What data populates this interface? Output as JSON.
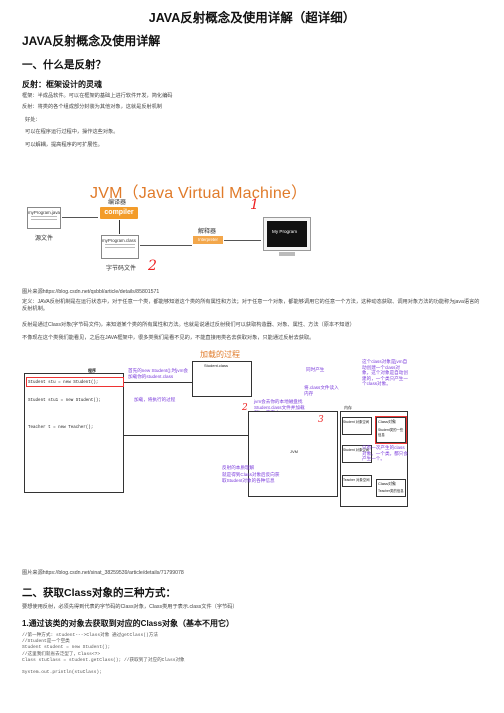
{
  "doc": {
    "title": "JAVA反射概念及使用详解（超详细）",
    "heading_main": "JAVA反射概念及使用详解",
    "section1": "一、什么是反射？",
    "subsection1": "反射：框架设计的灵魂",
    "p_framework": "框架：半成品软件。可以在框架的基础上进行软件开发，简化编码",
    "p_reflect": "反射：将类的各个组成部分封装为其他对象，这就是反射机制",
    "p_benefit": "好处：",
    "p_benefit1": "可以在程序运行过程中，操作这些对象。",
    "p_benefit2": "可以解耦，提高程序的可扩展性。",
    "src1": "图片来源https://blog.csdn.net/qsbbl/article/details/85801571",
    "p_def": "定义：JAVA反射机制是在运行状态中，对于任意一个类，都能够知道这个类的所有属性和方法；对于任意一个对象，都能够调用它的任意一个方法，这种动态获取、调用对象方法的功能称为java语言的反射机制。",
    "p_class": "反射是通过Class对象(字节码文件)，来知道某个类的所有属性和方法。也就是说通过反射我们可以获取构造器、对象、属性、方法（原本不知道）",
    "p_not_like": "不像现在这个类我们能看见，之后在JAVA框架中，很多类我们是看不见的，不能直接用类名去获取对象，只能通过反射去获取。",
    "src2": "图片来源https://blog.csdn.net/sinat_38259539/article/details/71799078",
    "section2": "二、获取Class对象的三种方式：",
    "p_three": "要想使用反射，必须先得到代表的字节码的Class对象，Class类用于表示.class文件（字节码）",
    "subsection2": "1.通过该类的对象去获取到对应的Class对象（基本不用它）",
    "code": [
      "//第一种方式: student--->Class对象 通过getClass()方法",
      "//Student是一个空类",
      "Student student = new Student();",
      "//这里我们就省去泛型了，Class<?>",
      "Class stuClass = student.getClass(); //获取到了对应的Class对象",
      "",
      "System.out.println(stuClass);"
    ]
  },
  "fig1": {
    "banner": "JVM（Java Virtual Machine）",
    "java_file": "myProgram.java",
    "source_label": "源文件",
    "compiler_cn": "编译器",
    "compiler": "compiler",
    "class_file": "myProgram.class",
    "bytecode_label": "字节码文件",
    "interp_cn": "解释器",
    "interp": "Interpreter",
    "screen": "My Program",
    "num1": "1",
    "num2": "2"
  },
  "fig2": {
    "title": "加载的过程",
    "program_label": "程序",
    "code1": "Student stu = new Student();",
    "code2": "Student stu1 = new Student();",
    "code3": "Teacher t = new Teacher();",
    "ann_new": "首先的new Student();时jvm会加载你的student.class",
    "ann_load": "加载，将执行的过程",
    "student_class": "Student.class",
    "ann_jvm": "jvm会去你的本地磁盘找Student.class文件并加载到jvm内存中",
    "num2": "2",
    "ann_load_mem": "将.class文件读入内存",
    "ann_sim": "同时产生",
    "memory_label": "内存",
    "jvm_label": "JVM",
    "ann_right": "这个class对象是jvm自动创建一个class对象，这个对象是自动创建的，一个类只产生一个class对象。",
    "num3": "3",
    "stu_mem1": "Student 对象空间",
    "stu_mem2": "Student 对象空间",
    "teacher_mem": "Teacher 对象空间",
    "class_obj1": "Class对象",
    "class_obj1_sub": "Student类的一些信息",
    "class_obj2": "Class对象",
    "class_obj2_sub": "Teacher类的信息",
    "ann_reflect": "反射的本质理解",
    "ann_reflect2": "就是得到Class对象后反向获取Student对象的各种信息",
    "ann_only": "只有一次产生的class对象。一个类，都只会产生一个。"
  }
}
